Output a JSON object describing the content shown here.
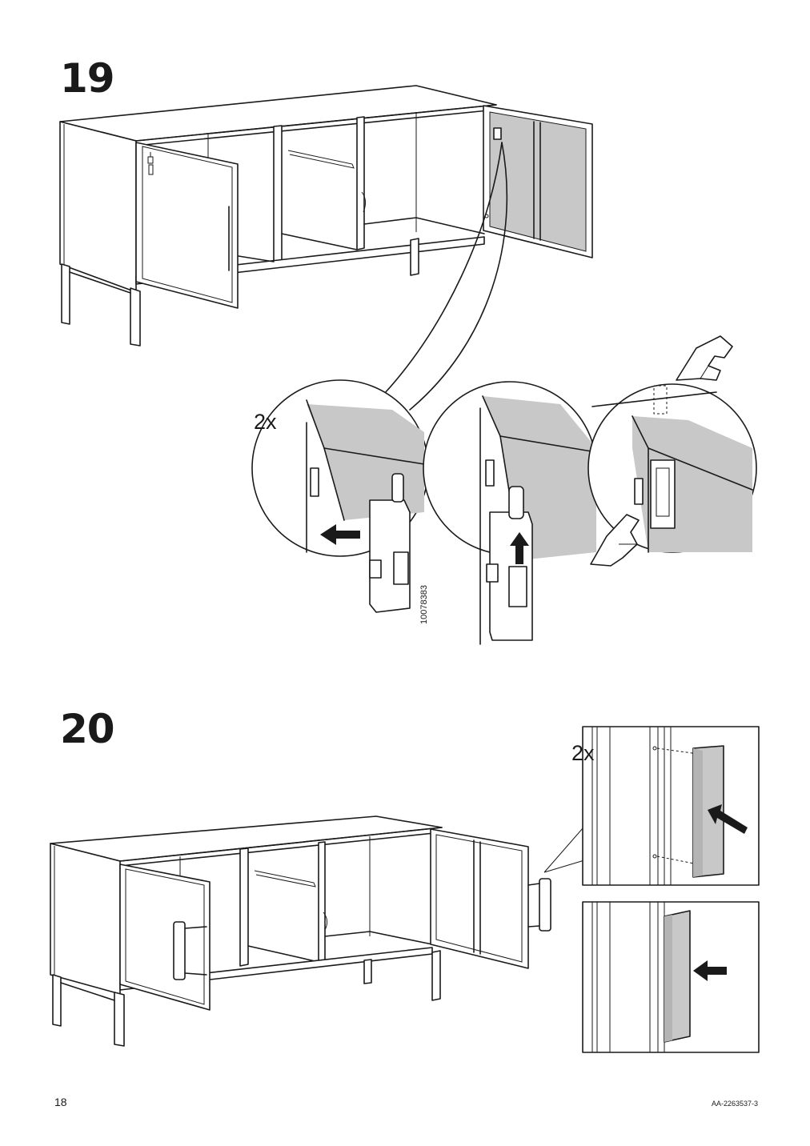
{
  "page": {
    "page_number": "18",
    "document_code": "AA-2263537-3"
  },
  "step19": {
    "number": "19",
    "quantity": "2x",
    "part_number": "10078383"
  },
  "step20": {
    "number": "20",
    "quantity": "2x"
  },
  "colors": {
    "line": "#1a1a1a",
    "panel_fill": "#c8c8c8",
    "background": "#ffffff"
  }
}
